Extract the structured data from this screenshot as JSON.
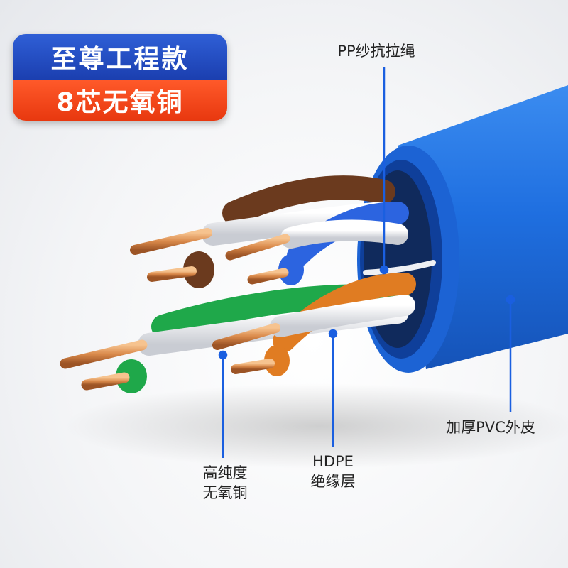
{
  "badge": {
    "title": "至尊工程款",
    "subtitle": "8芯无氧铜"
  },
  "callouts": {
    "pp_rope": "PP纱抗拉绳",
    "pvc_jacket": "加厚PVC外皮",
    "hdpe_line1": "HDPE",
    "hdpe_line2": "绝缘层",
    "copper_line1": "高纯度",
    "copper_line2": "无氧铜"
  },
  "colors": {
    "jacket": "#1f6fe0",
    "badge_blue": "#2448c4",
    "badge_orange": "#f24a1a",
    "callout_line": "#1a5fe0",
    "copper": "#d9894a"
  }
}
